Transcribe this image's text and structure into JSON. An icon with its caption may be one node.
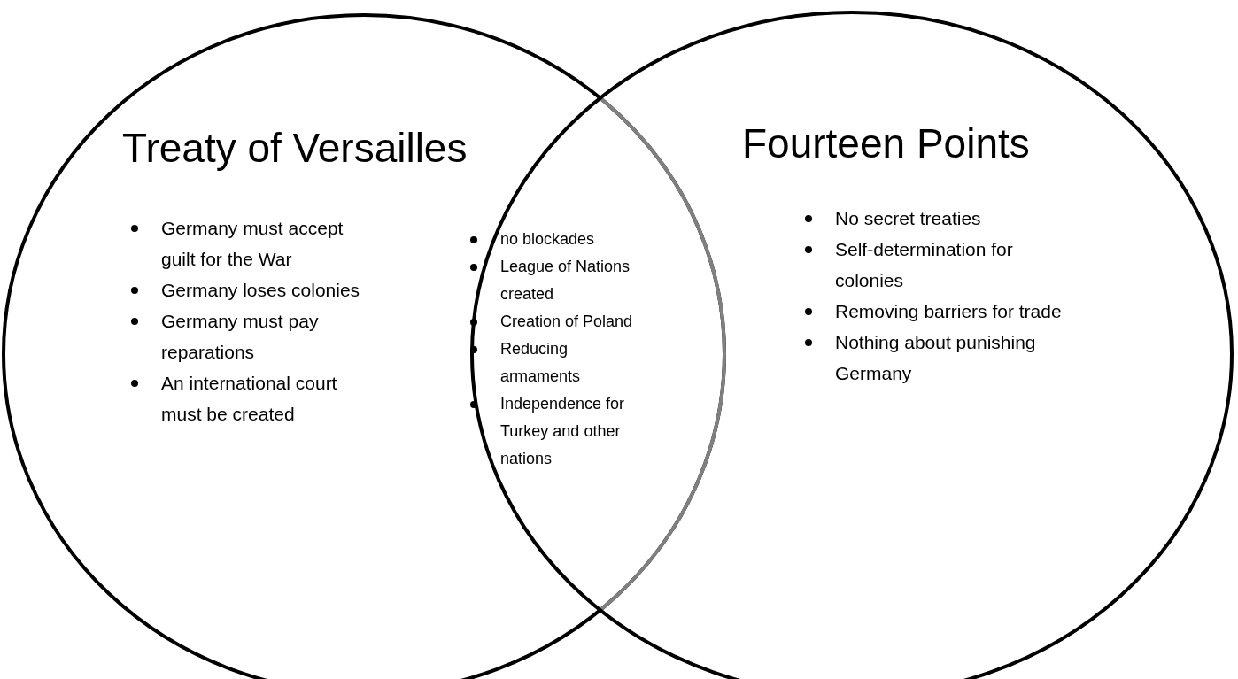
{
  "diagram": {
    "nodes": [
      {
        "text": [
          "Treaty of Versailles",
          "Germany must accept guilt for the War",
          "Germany loses colonies",
          "Germany must pay reparations",
          "An international court must be created"
        ]
      },
      {
        "text": [
          "Fourteen Points",
          "No secret treaties",
          "Self-determination for colonies",
          "Removing barriers for trade",
          "Nothing about punishing Germany"
        ]
      }
    ],
    "labels": [
      "no blockades",
      "League of Nations created",
      "Creation of Poland",
      "Reducing armaments",
      "Independence for Turkey and other nations"
    ]
  }
}
